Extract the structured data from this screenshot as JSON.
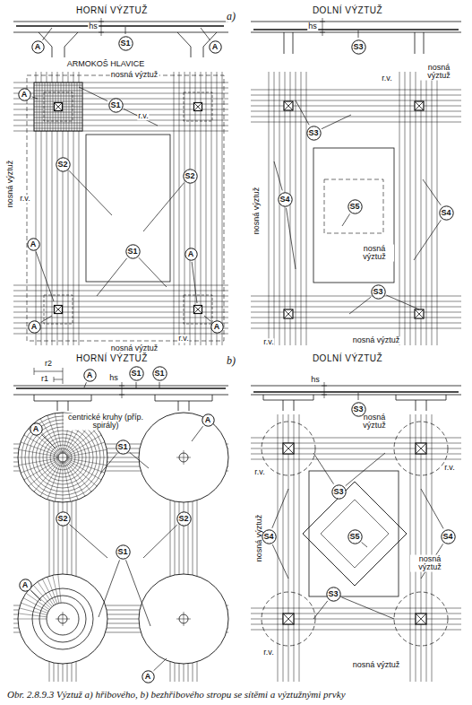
{
  "diagram": {
    "caption": "Obr. 2.8.9.3 Výztuž a) hřibového, b) bezhřibového stropu se sítěmi a výztužnými prvky",
    "nodes": [
      {
        "text": [
          "S1"
        ]
      },
      {
        "text": [
          "A"
        ]
      },
      {
        "text": [
          "A"
        ]
      },
      {
        "text": [
          "A"
        ]
      },
      {
        "text": [
          "S1"
        ]
      },
      {
        "text": [
          "S2"
        ]
      },
      {
        "text": [
          "S2"
        ]
      },
      {
        "text": [
          "A"
        ]
      },
      {
        "text": [
          "S1"
        ]
      },
      {
        "text": [
          "A"
        ]
      },
      {
        "text": [
          "A"
        ]
      },
      {
        "text": [
          "A"
        ]
      },
      {
        "text": [
          "S3"
        ]
      },
      {
        "text": [
          "S3"
        ]
      },
      {
        "text": [
          "S4"
        ]
      },
      {
        "text": [
          "S5"
        ]
      },
      {
        "text": [
          "S4"
        ]
      },
      {
        "text": [
          "S3"
        ]
      },
      {
        "text": [
          "A"
        ]
      },
      {
        "text": [
          "S1"
        ]
      },
      {
        "text": [
          "S1"
        ]
      },
      {
        "text": [
          "A"
        ]
      },
      {
        "text": [
          "A"
        ]
      },
      {
        "text": [
          "S1"
        ]
      },
      {
        "text": [
          "S2"
        ]
      },
      {
        "text": [
          "S2"
        ]
      },
      {
        "text": [
          "S1"
        ]
      },
      {
        "text": [
          "A"
        ]
      },
      {
        "text": [
          "A"
        ]
      },
      {
        "text": [
          "S3"
        ]
      },
      {
        "text": [
          "S3"
        ]
      },
      {
        "text": [
          "S4"
        ]
      },
      {
        "text": [
          "S5"
        ]
      },
      {
        "text": [
          "S4"
        ]
      },
      {
        "text": [
          "S3"
        ]
      }
    ],
    "labels": [
      "HORNÍ VÝZTUŽ",
      "a)",
      "hs",
      "ARMOKOŠ HLAVICE",
      "nosná výztuž",
      "r.v.",
      "nosná výztuž",
      "r.v.",
      "r.v.",
      "nosná výztuž",
      "DOLNÍ VÝZTUŽ",
      "hs",
      "nosná výztuž",
      "r.v.",
      "nosná výztuž",
      "nosná výztuž",
      "r.v.",
      "nosná výztuž",
      "HORNÍ VÝZTUŽ",
      "b)",
      "r2",
      "r1",
      "hs",
      "centrické kruhy (příp. spirály)",
      "DOLNÍ VÝZTUŽ",
      "hs",
      "nosná výztuž",
      "r.v.",
      "r.v.",
      "nosná výztuž",
      "nosná výztuž",
      "r.v.",
      "nosná výztuž"
    ]
  }
}
